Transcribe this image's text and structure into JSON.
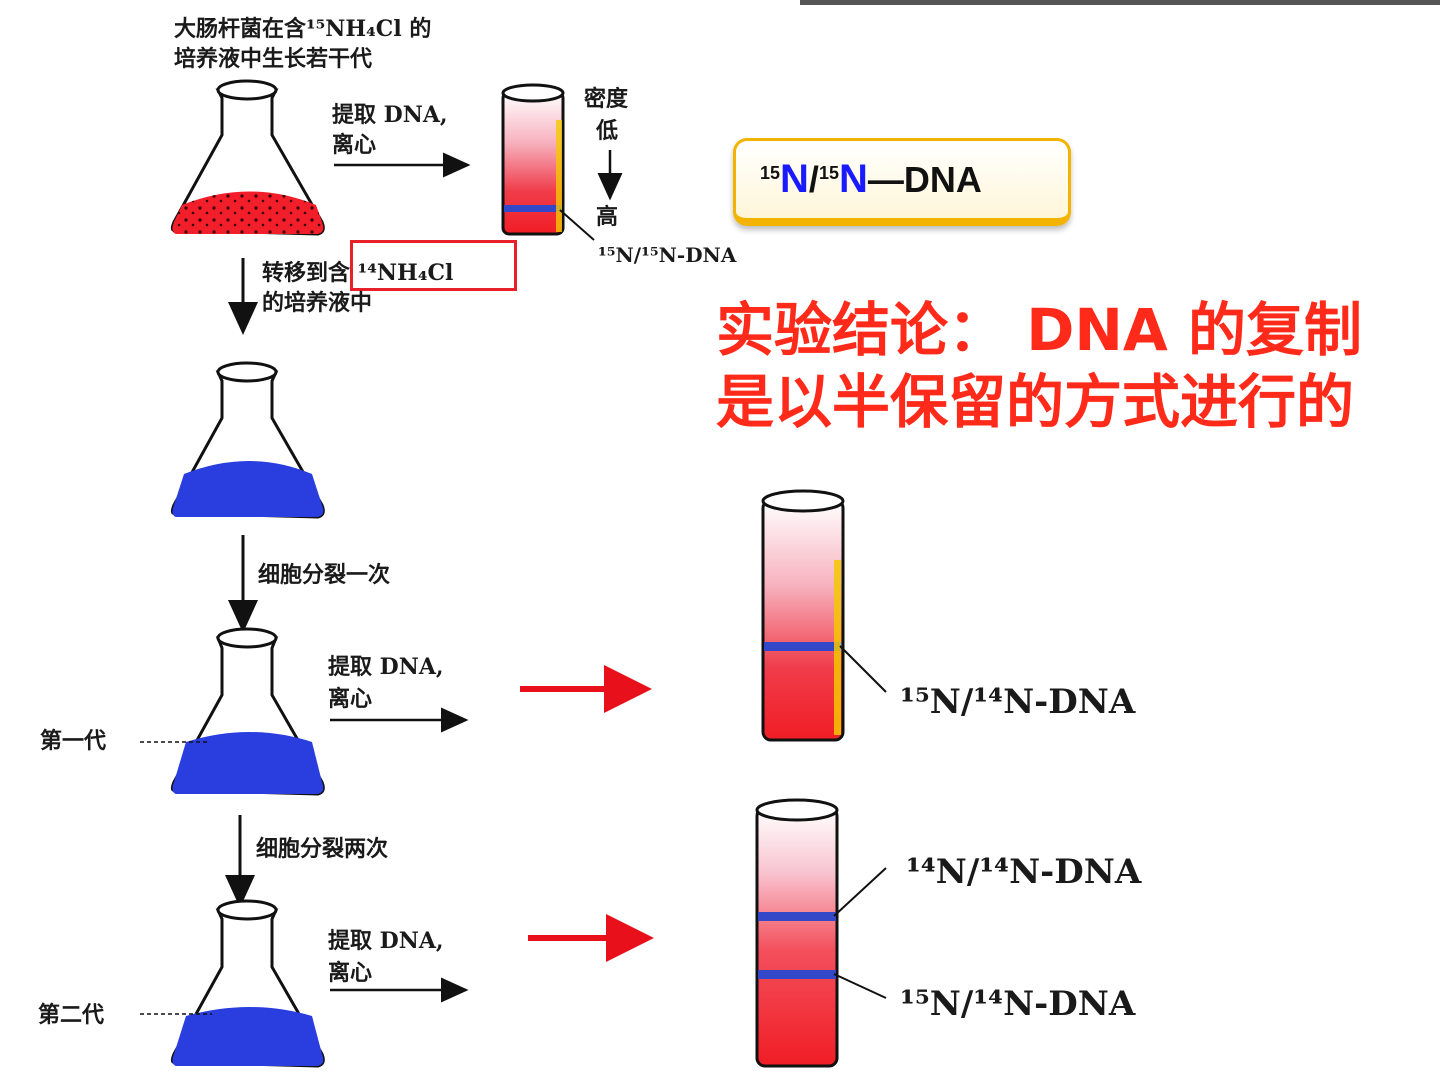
{
  "steps": {
    "start": "大肠杆菌在含¹⁵NH₄Cl 的",
    "start2": "培养液中生长若干代",
    "extract": "提取 DNA,",
    "centrifuge": "离心",
    "density_low": "密度",
    "density_low2": "低",
    "density_high": "高",
    "transfer": "转移到含 ¹⁴NH₄Cl",
    "transfer2": "的培养液中",
    "divide_once": "细胞分裂一次",
    "divide_twice": "细胞分裂两次",
    "gen1": "第一代",
    "gen2": "第二代",
    "extract_g1": "提取 DNA,",
    "centrifuge_g1": "离心",
    "extract_g2": "提取 DNA,",
    "centrifuge_g2": "离心"
  },
  "bands": {
    "top": "¹⁵N/¹⁵N-DNA",
    "gen1": "¹⁵N/¹⁴N-DNA",
    "gen2_light": "¹⁴N/¹⁴N-DNA",
    "gen2_hybrid": "¹⁵N/¹⁴N-DNA"
  },
  "callout": {
    "iso1": "15",
    "n1": "N",
    "slash": "/",
    "iso2": "15",
    "n2": "N",
    "tail": "—DNA"
  },
  "conclusion": {
    "line1": "实验结论： DNA 的复制",
    "line2": "是以半保留的方式进行的"
  },
  "colors": {
    "red_medium": "#f21e2a",
    "blue_medium": "#2a3ee0",
    "band": "#3348c8",
    "arrow_red": "#e8101a",
    "conclusion": "#ff2a1a"
  }
}
